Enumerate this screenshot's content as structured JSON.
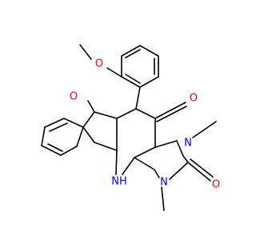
{
  "colors": {
    "bond": "#000000",
    "oxygen": "#ff0000",
    "nitrogen": "#0000ff"
  },
  "atom_labels": {
    "methoxy_oxygen": "O",
    "indenone_oxygen": "O",
    "carbonyl_top_oxygen": "O",
    "carbonyl_right_oxygen": "O",
    "nh": "NH",
    "n_methyl_right": "N",
    "n_methyl_bottom": "N"
  }
}
